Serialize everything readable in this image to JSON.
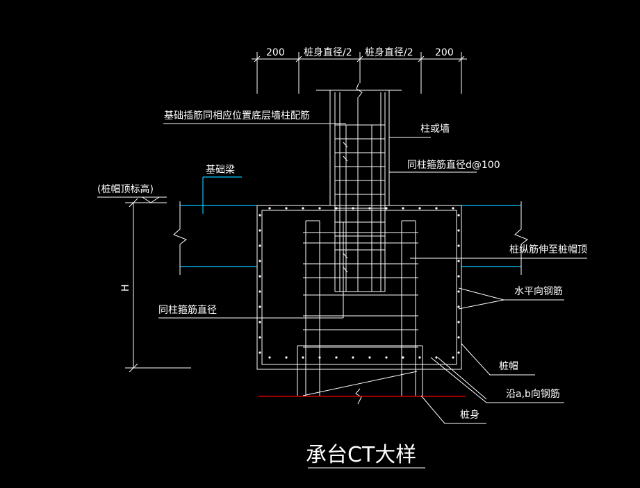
{
  "title": "承台CT大样",
  "dimensions": {
    "d1": "200",
    "d2": "桩身直径/2",
    "d3": "桩身直径/2",
    "d4": "200"
  },
  "labels": {
    "base_dowel": "基础插筋同相应位置底层墙柱配筋",
    "column_or_wall": "柱或墙",
    "same_stirrup_spacing": "同柱箍筋直径d@100",
    "foundation_beam": "基础梁",
    "cap_top_elevation": "(桩帽顶标高)",
    "pile_longitudinal": "桩纵筋伸至桩帽顶",
    "horizontal_rebar": "水平向钢筋",
    "same_stirrup_dia": "同柱箍筋直径",
    "height": "H",
    "pile_cap": "桩帽",
    "ab_rebar": "沿a,b向钢筋",
    "pile_body": "桩身"
  },
  "colors": {
    "background": "#000000",
    "line": "#ffffff",
    "beam": "#00c8ff",
    "ground": "#ff0000"
  }
}
